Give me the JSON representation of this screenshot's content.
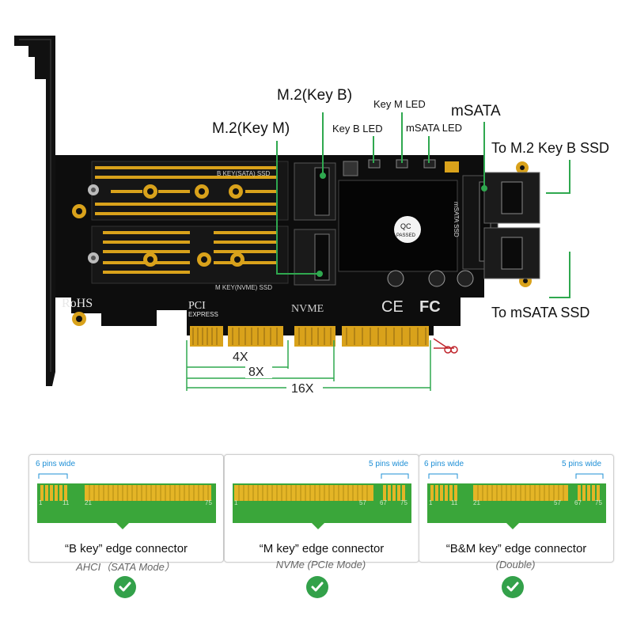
{
  "callouts": {
    "m2_key_m": "M.2(Key M)",
    "m2_key_b": "M.2(Key B)",
    "key_m_led": "Key M LED",
    "key_b_led": "Key B LED",
    "msata_led": "mSATA LED",
    "msata": "mSATA",
    "to_m2_keyb_ssd": "To M.2 Key B SSD",
    "to_msata_ssd": "To mSATA SSD"
  },
  "board_text": {
    "rohs": "RoHS",
    "pci": "PCI",
    "express": "EXPRESS",
    "nvme": "NVME",
    "b_key_sata_ssd": "B KEY(SATA) SSD",
    "m_key_nvme_ssd": "M KEY(NVME) SSD",
    "qc": "QC",
    "passed": "PASSED",
    "ce": "CE",
    "fc": "FC",
    "msata_ssd": "mSATA SSD"
  },
  "lanes": {
    "x4": "4X",
    "x8": "8X",
    "x16": "16X"
  },
  "connectors": [
    {
      "title": "“B key” edge connector",
      "mode": "AHCI（SATA Mode）",
      "left_label": "6 pins wide",
      "right_label": "",
      "pin_numbers": [
        "1",
        "11",
        "21",
        "75"
      ]
    },
    {
      "title": "“M key” edge connector",
      "mode": "NVMe (PCIe Mode)",
      "left_label": "",
      "right_label": "5 pins wide",
      "pin_numbers": [
        "1",
        "57",
        "67",
        "75"
      ]
    },
    {
      "title": "“B&M key” edge connector",
      "mode": "(Double)",
      "left_label": "6 pins wide",
      "right_label": "5 pins wide",
      "pin_numbers": [
        "1",
        "11",
        "21",
        "57",
        "67",
        "75"
      ]
    }
  ],
  "colors": {
    "pcb": "#0d0d0d",
    "gold": "#d9a21b",
    "callout_green": "#2fa84f",
    "connector_green": "#3aa63a",
    "check_green": "#33a14a"
  }
}
